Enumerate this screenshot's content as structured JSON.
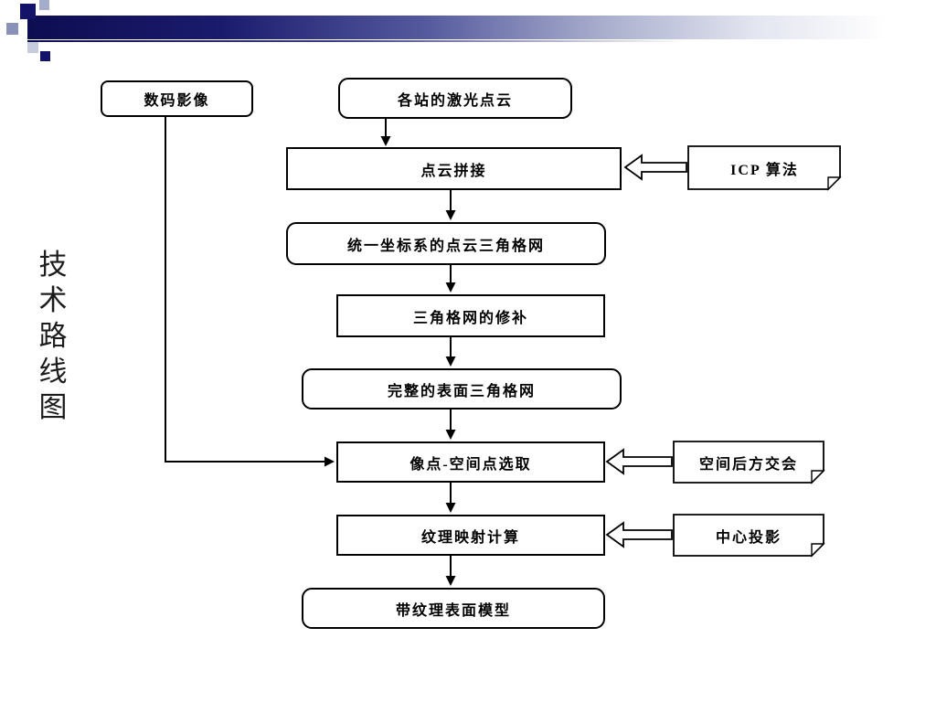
{
  "slide": {
    "title": "技术路线图",
    "title_chars": [
      "技",
      "术",
      "路",
      "线",
      "图"
    ]
  },
  "flowchart": {
    "boxes": {
      "digital_image": "数码影像",
      "station_point_cloud": "各站的激光点云",
      "point_cloud_registration": "点云拼接",
      "icp_algorithm": "ICP 算法",
      "unified_mesh": "统一坐标系的点云三角格网",
      "mesh_repair": "三角格网的修补",
      "complete_mesh": "完整的表面三角格网",
      "point_selection": "像点-空间点选取",
      "space_resection": "空间后方交会",
      "texture_mapping": "纹理映射计算",
      "central_projection": "中心投影",
      "textured_model": "带纹理表面模型"
    }
  },
  "colors": {
    "bar_dark_navy": "#0d0d52",
    "outline_black": "#000000",
    "background": "#ffffff"
  }
}
